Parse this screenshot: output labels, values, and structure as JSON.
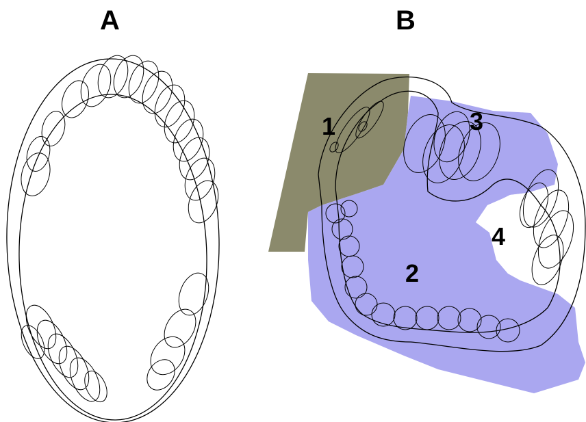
{
  "panels": {
    "a": {
      "label": "A"
    },
    "b": {
      "label": "B"
    }
  },
  "regions": [
    {
      "label": "1",
      "color": "#8b8a6c"
    },
    {
      "label": "2",
      "color": "#aaa7f0"
    },
    {
      "label": "3",
      "color": "#aaa7f0"
    },
    {
      "label": "4",
      "color": "#ffffff"
    }
  ],
  "colors": {
    "stroke": "#000000",
    "region_olive": "#8b8a6c",
    "region_lavender": "#aaa7f0"
  }
}
